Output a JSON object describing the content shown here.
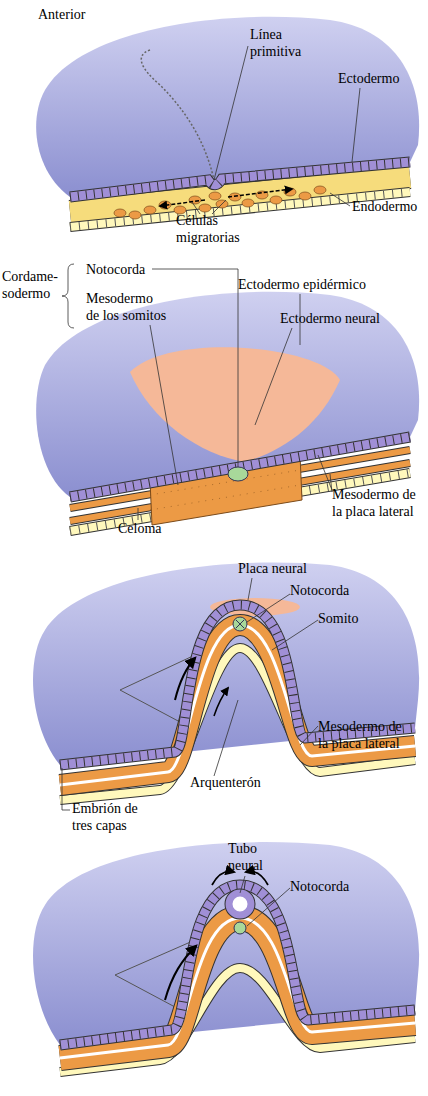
{
  "diagram": {
    "labels": [
      "Anterior",
      "Línea primitiva",
      "Ectodermo",
      "Endodermo",
      "Células migratorias",
      "Cordame- sodermo",
      "Notocorda",
      "Mesodermo de los somitos",
      "Ectodermo epidérmico",
      "Ectodermo neural",
      "Celoma",
      "Mesodermo de la placa lateral",
      "Placa neural",
      "Notocorda",
      "Somito",
      "Mesodermo de la placa lateral",
      "Arquenterón",
      "Embrión de tres capas",
      "Tubo neural",
      "Notocorda"
    ]
  }
}
